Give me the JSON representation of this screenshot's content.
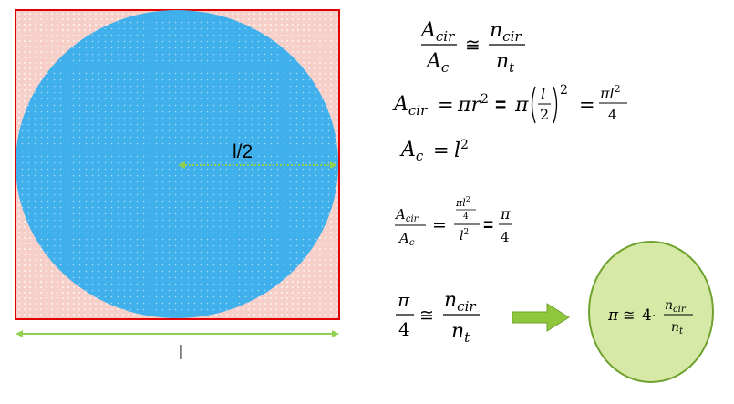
{
  "diagram": {
    "half_side_label": "l/2",
    "side_label": "l",
    "colors": {
      "square_fill": "#f6cfc8",
      "square_border": "#e00000",
      "circle_fill": "#3fb0ec",
      "dimension_arrow": "#92d050",
      "result_circle_fill": "#d7e9a6",
      "result_circle_border": "#6fa22e",
      "implication_arrow": "#8fc63c"
    }
  },
  "equations": {
    "ratio": {
      "A": "A",
      "cir": "cir",
      "c": "c",
      "n": "n",
      "t": "t",
      "approx": "≅"
    },
    "circle_area": {
      "eq": "=",
      "pi": "π",
      "r": "r",
      "two": "2",
      "l": "l",
      "l2": "l",
      "four": "4"
    },
    "result": {
      "pi": "π",
      "four": "4",
      "dot": "·"
    }
  }
}
